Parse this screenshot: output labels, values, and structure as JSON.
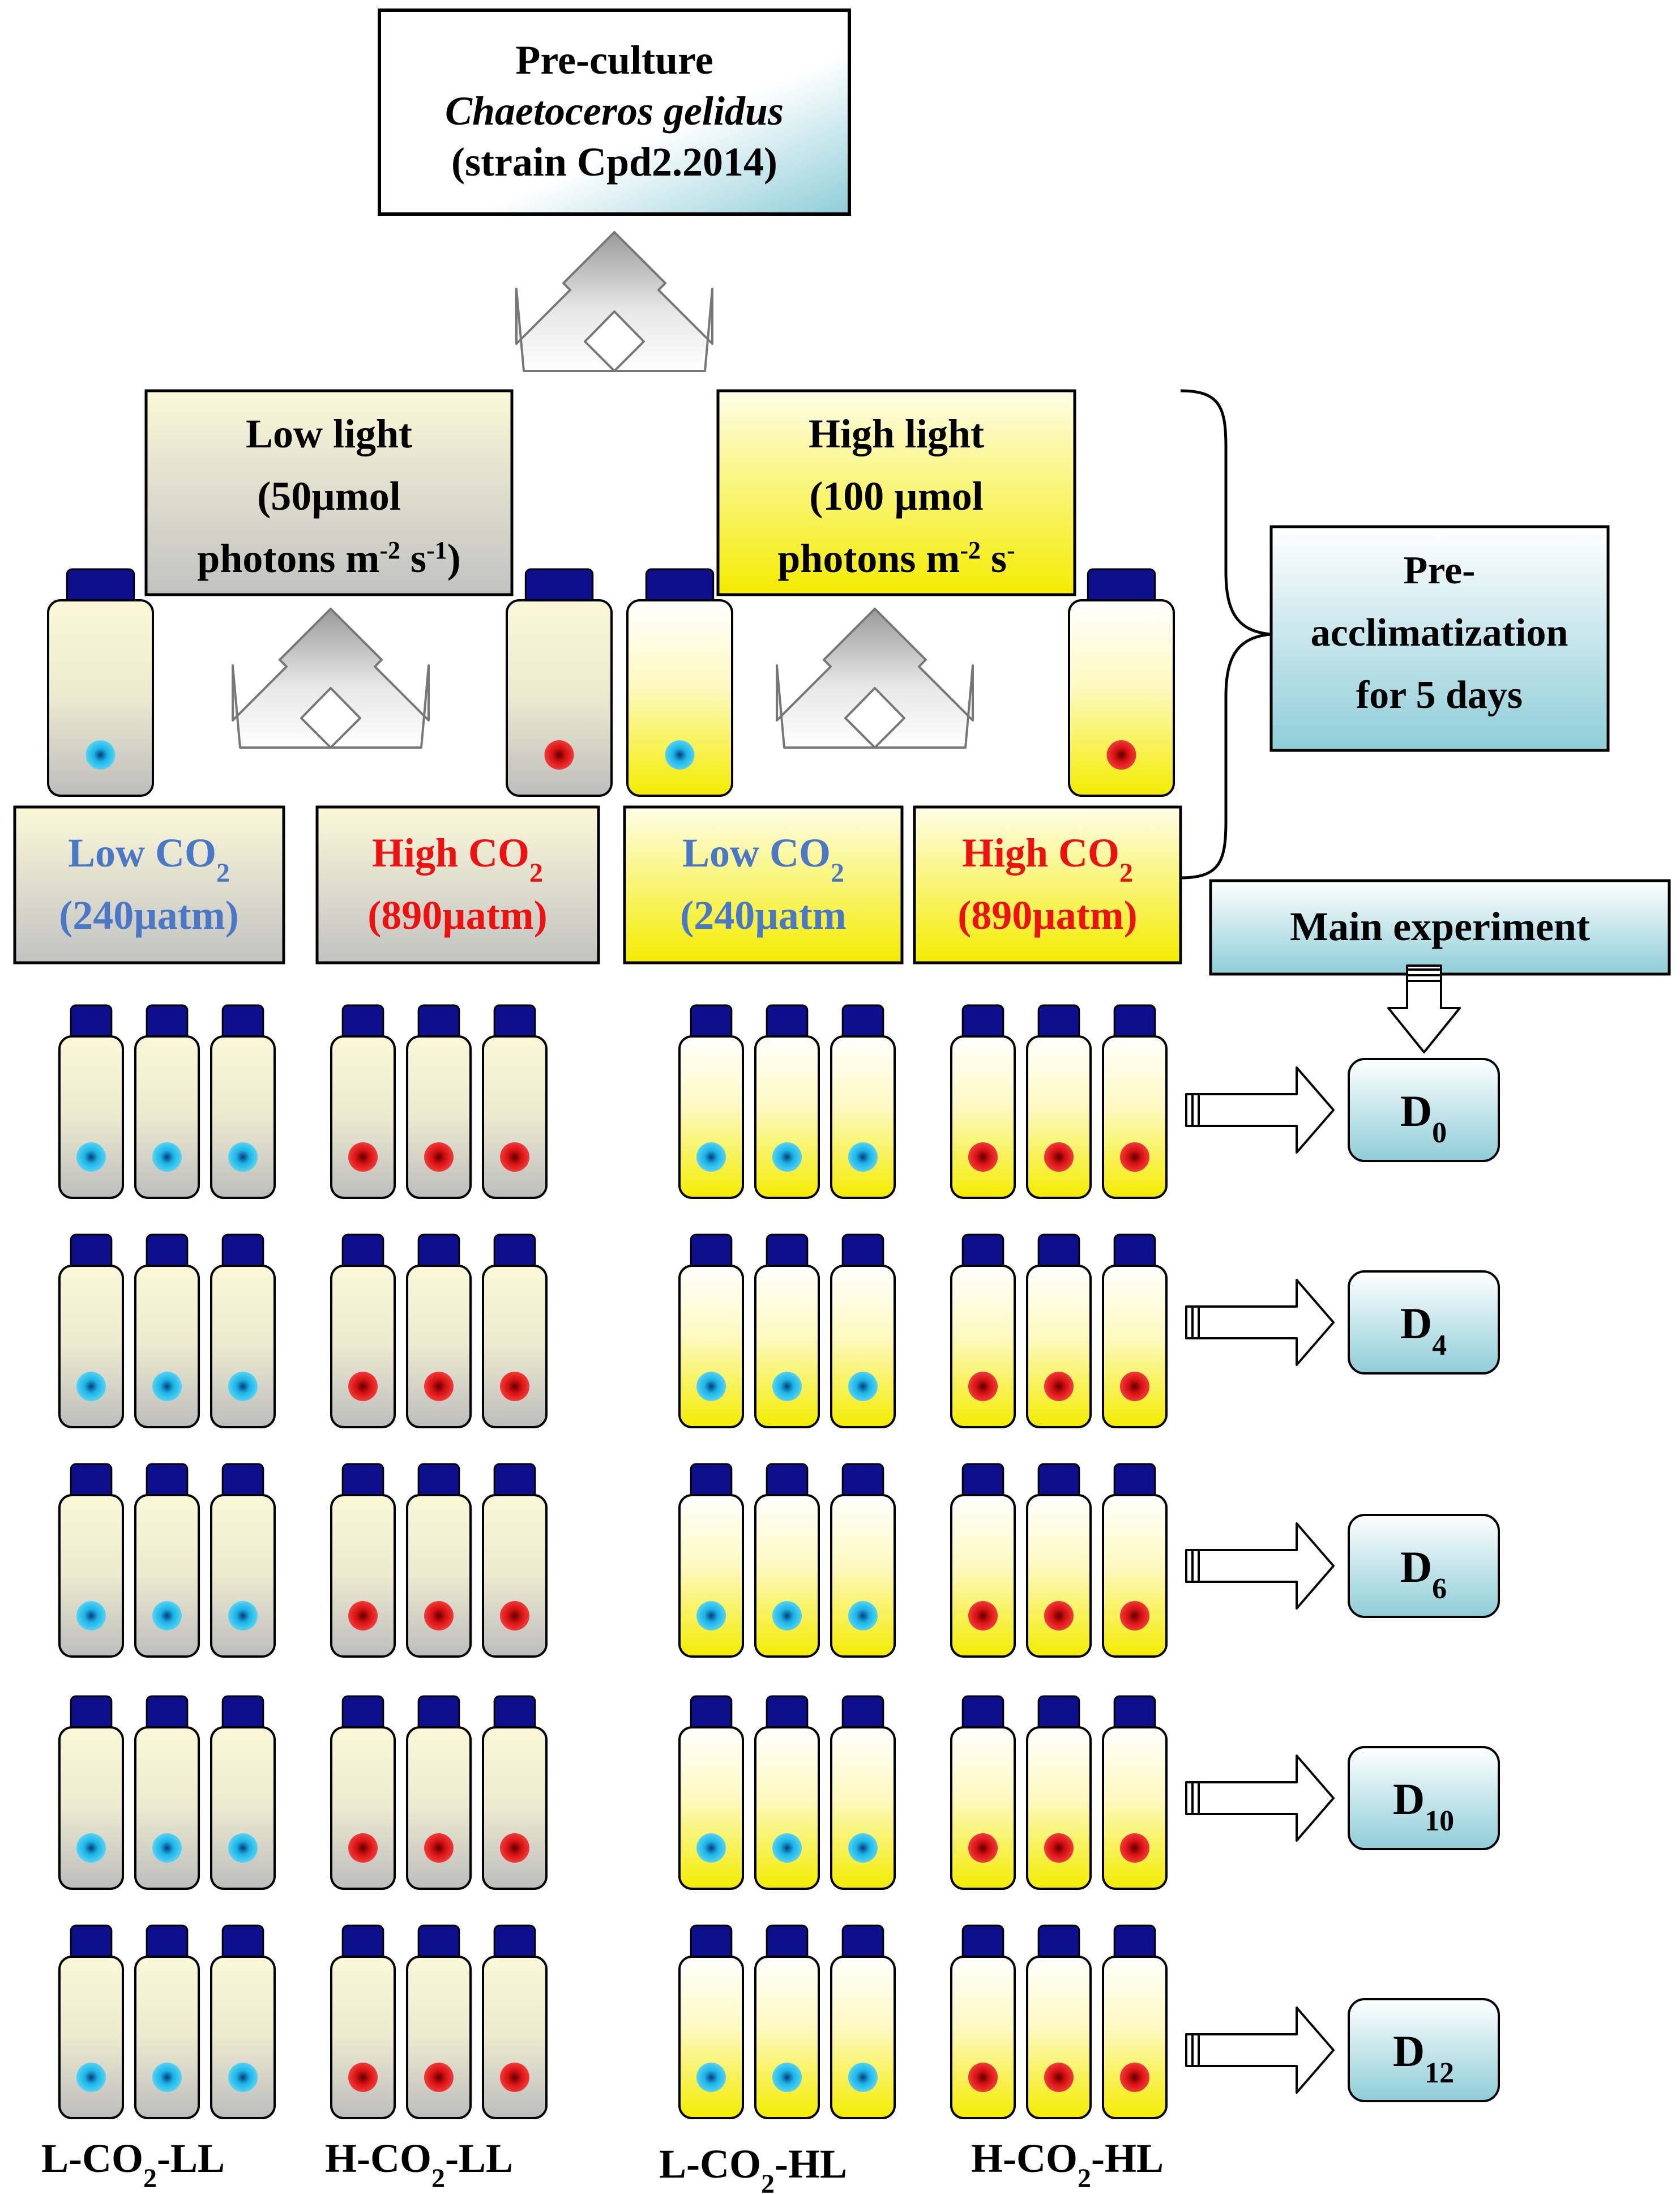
{
  "preculture": {
    "line1": "Pre-culture",
    "line2": "Chaetoceros gelidus",
    "line3": "(strain Cpd2.2014)"
  },
  "low_light": {
    "line1": "Low light",
    "line2": "(50µmol",
    "line3_text": "photons m",
    "line3_sup1": "-2",
    "line3_mid": " s",
    "line3_sup2": "-1",
    "line3_end": ")"
  },
  "high_light": {
    "line1": "High light",
    "line2": "(100 µmol",
    "line3_text": "photons m",
    "line3_sup1": "-2",
    "line3_mid": " s",
    "line3_sup2": "-"
  },
  "preacclimatization": {
    "line1": "Pre-",
    "line2": "acclimatization",
    "line3": "for 5 days"
  },
  "treatments": [
    {
      "line1_a": "Low CO",
      "line1_sub": "2",
      "line2": "(240µatm)"
    },
    {
      "line1_a": "High CO",
      "line1_sub": "2",
      "line2": "(890µatm)"
    },
    {
      "line1_a": "Low CO",
      "line1_sub": "2",
      "line2": "(240µatm"
    },
    {
      "line1_a": "High CO",
      "line1_sub": "2",
      "line2": "(890µatm)"
    }
  ],
  "main_experiment": "Main experiment",
  "days": [
    {
      "base": "D",
      "sub": "0"
    },
    {
      "base": "D",
      "sub": "4"
    },
    {
      "base": "D",
      "sub": "6"
    },
    {
      "base": "D",
      "sub": "10"
    },
    {
      "base": "D",
      "sub": "12"
    }
  ],
  "group_labels": [
    {
      "a": "L-CO",
      "sub": "2",
      "b": "-LL"
    },
    {
      "a": "H-CO",
      "sub": "2",
      "b": "-LL"
    },
    {
      "a": "L-CO",
      "sub": "2",
      "b": "-HL"
    },
    {
      "a": "H-CO",
      "sub": "2",
      "b": "-HL"
    }
  ],
  "colors": {
    "cap": "#0d0f8f",
    "low_co2_text": "#4a78c7",
    "high_co2_text": "#ee1111",
    "low_co2_dot": "#1ab3e6",
    "high_co2_dot": "#dd1111",
    "low_light_fill": "#c2c2c2",
    "high_light_fill": "#f4ec00",
    "cream": "#fbf8d8",
    "teal_box": "#8fcdd8"
  }
}
